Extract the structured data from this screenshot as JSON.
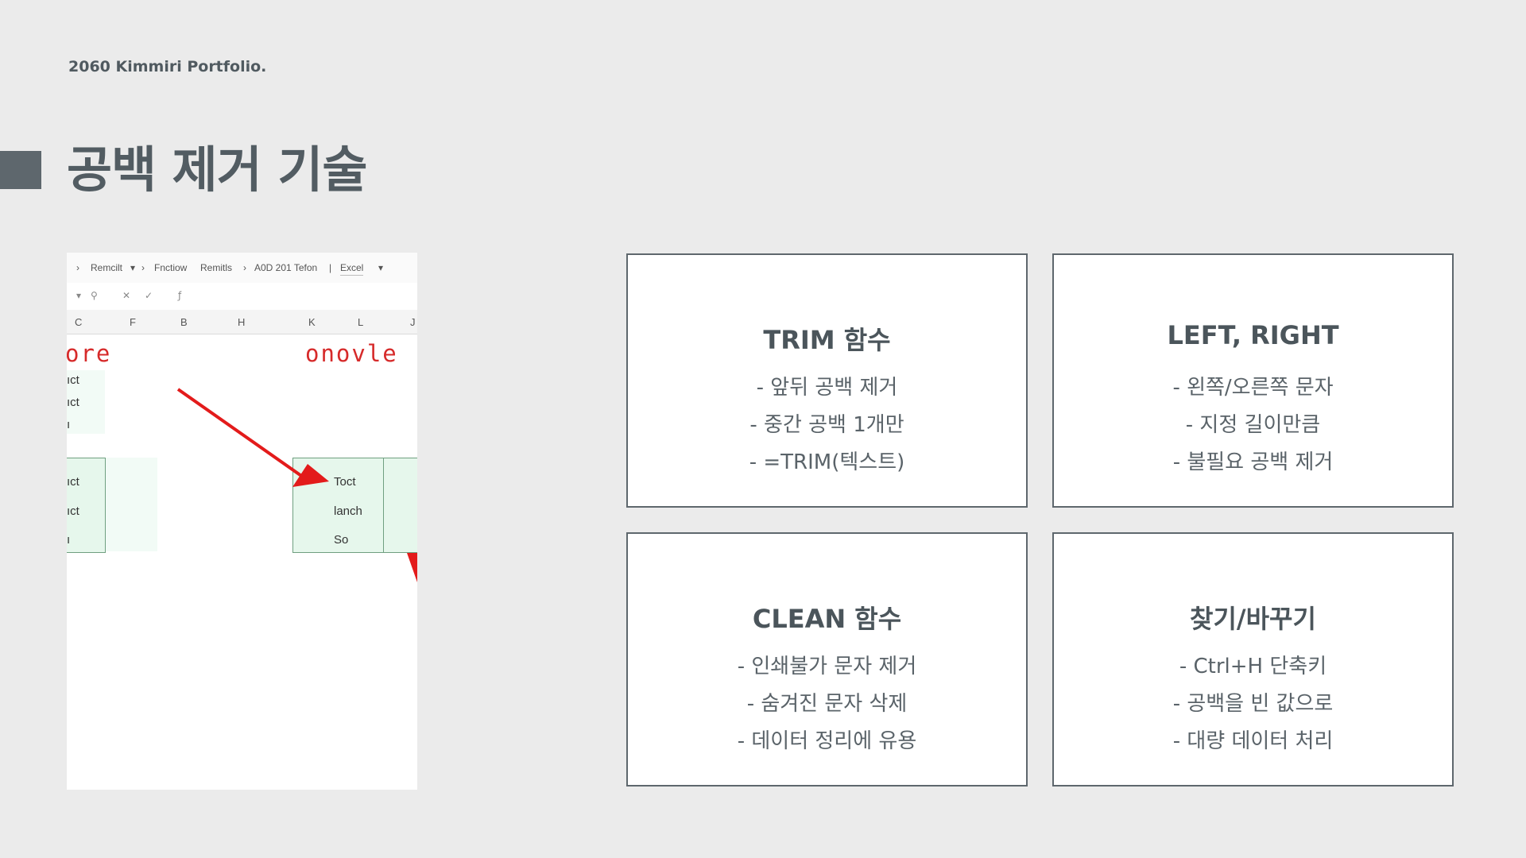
{
  "header": {
    "brand": "2060 Kimmiri Portfolio.",
    "title": "공백 제거 기술"
  },
  "screenshot": {
    "menu": {
      "item1": "Remcilt",
      "item2": "Fnctiow",
      "item3": "Remitls",
      "item4": "A0D 201 Tefon",
      "item5": "Excel"
    },
    "columns": [
      "C",
      "F",
      "B",
      "H",
      "K",
      "L",
      "J"
    ],
    "left_word": "ore",
    "right_word": "onovle",
    "left_cells": [
      "ıct",
      "ıct",
      "ı",
      "ıct",
      "ıct",
      "ı"
    ],
    "right_cells": [
      "Toct",
      "lanch",
      "So"
    ],
    "colors": {
      "arrow": "#e31b1b",
      "cell_fill": "#e6f7ec"
    }
  },
  "cards": [
    {
      "title": "TRIM 함수",
      "lines": [
        "- 앞뒤 공백 제거",
        "- 중간 공백 1개만",
        "- =TRIM(텍스트)"
      ]
    },
    {
      "title": "LEFT, RIGHT",
      "lines": [
        "- 왼쪽/오른쪽 문자",
        "- 지정 길이만큼",
        "- 불필요 공백 제거"
      ]
    },
    {
      "title": "CLEAN 함수",
      "lines": [
        "- 인쇄불가 문자 제거",
        "- 숨겨진 문자 삭제",
        "- 데이터 정리에 유용"
      ]
    },
    {
      "title": "찾기/바꾸기",
      "lines": [
        "- Ctrl+H 단축키",
        "- 공백을 빈 값으로",
        "- 대량 데이터 처리"
      ]
    }
  ]
}
